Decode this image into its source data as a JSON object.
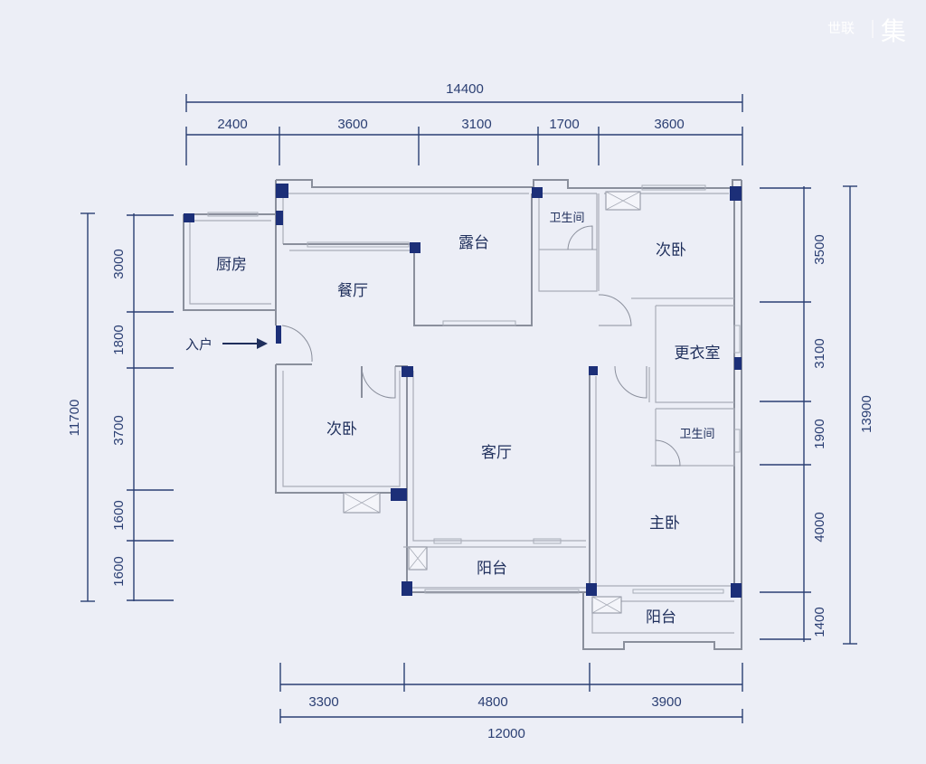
{
  "watermark": {
    "text_small": "世联",
    "text_big": "集"
  },
  "entrance": {
    "label": "入户"
  },
  "rooms": {
    "kitchen": "厨房",
    "dining": "餐厅",
    "terrace": "露台",
    "bath_top": "卫生间",
    "bedroom_ne": "次卧",
    "dressing": "更衣室",
    "bath_right": "卫生间",
    "bedroom_w": "次卧",
    "living": "客厅",
    "master": "主卧",
    "balcony_mid": "阳台",
    "balcony_se": "阳台"
  },
  "dimensions": {
    "top_total": "14400",
    "top_segments": [
      "2400",
      "3600",
      "3100",
      "1700",
      "3600"
    ],
    "bottom_total": "12000",
    "bottom_segments": [
      "3300",
      "4800",
      "3900"
    ],
    "left_total": "11700",
    "left_segments": [
      "3000",
      "1800",
      "3700",
      "1600",
      "1600"
    ],
    "right_total": "13900",
    "right_segments": [
      "3500",
      "3100",
      "1900",
      "4000",
      "1400"
    ]
  },
  "colors": {
    "background": "#eceef6",
    "dimension": "#2b3f73",
    "column": "#1c2f78",
    "wall": "#8a8f9c"
  }
}
